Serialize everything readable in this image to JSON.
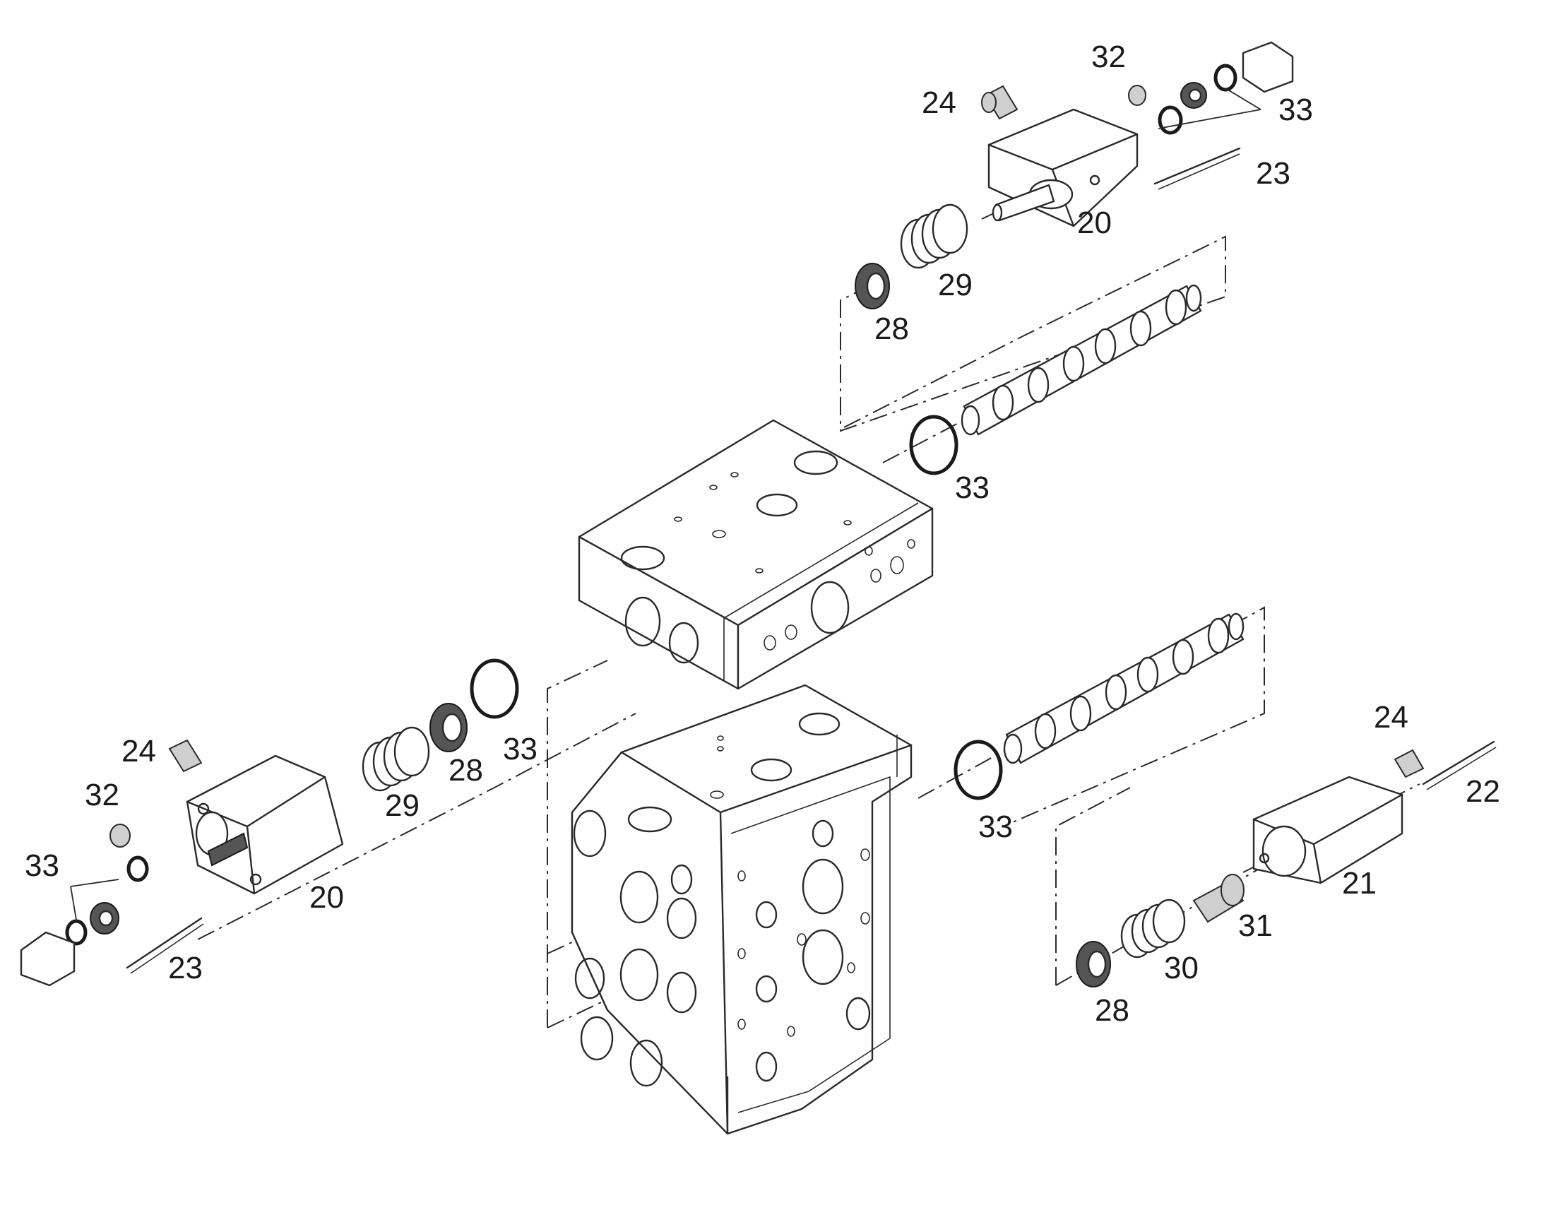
{
  "diagram": {
    "type": "exploded-parts-view",
    "callouts": [
      {
        "id": "c1",
        "label": "32"
      },
      {
        "id": "c2",
        "label": "24"
      },
      {
        "id": "c3",
        "label": "33"
      },
      {
        "id": "c4",
        "label": "23"
      },
      {
        "id": "c5",
        "label": "20"
      },
      {
        "id": "c6",
        "label": "29"
      },
      {
        "id": "c7",
        "label": "28"
      },
      {
        "id": "c8",
        "label": "33"
      },
      {
        "id": "c9",
        "label": "24"
      },
      {
        "id": "c10",
        "label": "32"
      },
      {
        "id": "c11",
        "label": "33"
      },
      {
        "id": "c12",
        "label": "29"
      },
      {
        "id": "c13",
        "label": "28"
      },
      {
        "id": "c14",
        "label": "33"
      },
      {
        "id": "c15",
        "label": "20"
      },
      {
        "id": "c16",
        "label": "23"
      },
      {
        "id": "c17",
        "label": "24"
      },
      {
        "id": "c18",
        "label": "22"
      },
      {
        "id": "c19",
        "label": "33"
      },
      {
        "id": "c20",
        "label": "21"
      },
      {
        "id": "c21",
        "label": "31"
      },
      {
        "id": "c22",
        "label": "30"
      },
      {
        "id": "c23",
        "label": "28"
      }
    ]
  }
}
